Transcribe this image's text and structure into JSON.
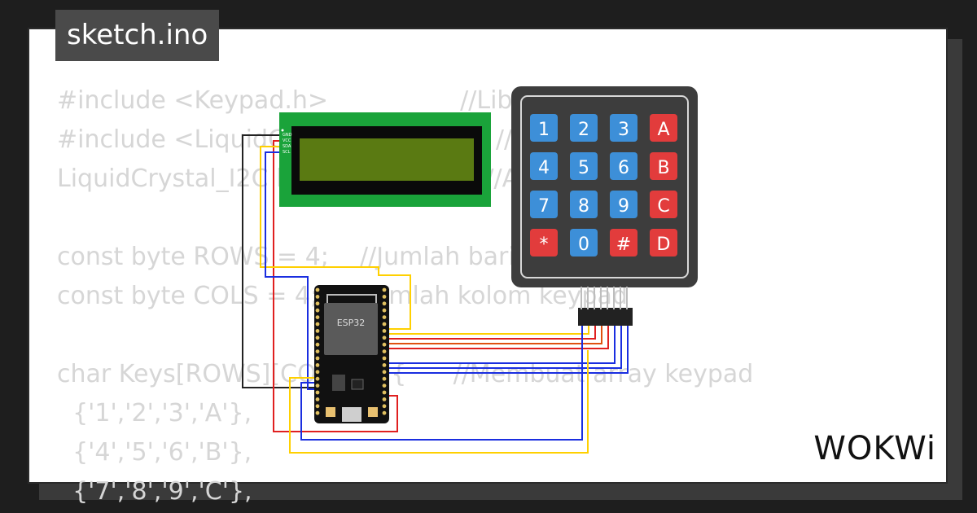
{
  "file": {
    "name": "sketch.ino"
  },
  "code": {
    "lines": [
      "#include <Keypad.h>                 //Library keypad",
      "#include <LiquidCrystal_I2C.h>      //Library LCD",
      "LiquidCrystal_I2C lcd(0x27,16,2);   //Alamat LCD",
      "",
      "const byte ROWS = 4;    //Jumlah baris keypad",
      "const byte COLS = 4;    //Jumlah kolom keypad",
      "",
      "char Keys[ROWS][COLS] = {      //Membuat array keypad",
      "  {'1','2','3','A'},",
      "  {'4','5','6','B'},",
      "  {'7','8','9','C'},"
    ]
  },
  "esp32": {
    "label": "ESP32"
  },
  "lcd": {
    "pins": [
      "GND",
      "VCC",
      "SDA",
      "SCL"
    ]
  },
  "keypad": {
    "keys": [
      [
        "1",
        "2",
        "3",
        "A"
      ],
      [
        "4",
        "5",
        "6",
        "B"
      ],
      [
        "7",
        "8",
        "9",
        "C"
      ],
      [
        "*",
        "0",
        "#",
        "D"
      ]
    ],
    "colors": {
      "number": "#3d8fd8",
      "letter": "#e23c3c",
      "body": "#3d3d3d"
    }
  },
  "brand": {
    "logo": "WOKWi"
  },
  "colors": {
    "pcb": "#1aa33a",
    "lcd_screen": "#5a7a12"
  }
}
